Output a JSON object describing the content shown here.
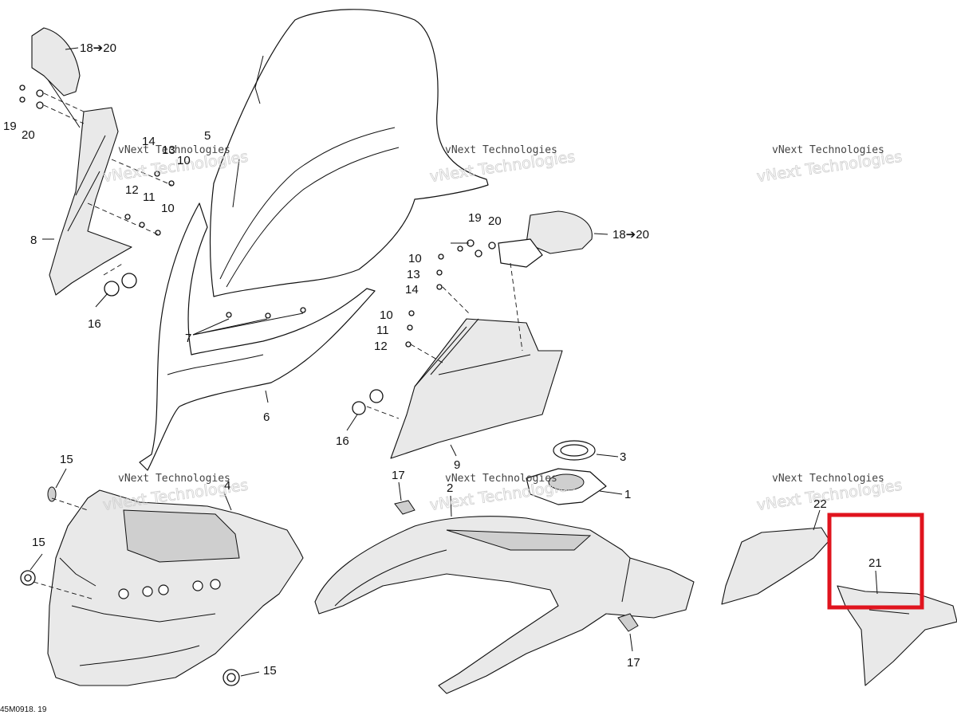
{
  "diagram": {
    "reference_code": "45M0918. 19",
    "highlight_color": "#e0141e",
    "watermarks": [
      {
        "line1": "vNext Technologies",
        "line2": "vNext Technologies"
      },
      {
        "line1": "vNext Technologies",
        "line2": "vNext Technologies"
      },
      {
        "line1": "vNext Technologies",
        "line2": "vNext Technologies"
      },
      {
        "line1": "vNext Technologies",
        "line2": "vNext Technologies"
      },
      {
        "line1": "vNext Technologies",
        "line2": "vNext Technologies"
      },
      {
        "line1": "vNext Technologies",
        "line2": "vNext Technologies"
      }
    ],
    "labels": {
      "l18_20_a": "18➔20",
      "l19_a": "19",
      "l20_a": "20",
      "l14_a": "14",
      "l13_a": "13",
      "l10_a": "10",
      "l5": "5",
      "l12_a": "12",
      "l11_a": "11",
      "l10_b": "10",
      "l8": "8",
      "l16_a": "16",
      "l7": "7",
      "l6": "6",
      "l19_b": "19",
      "l20_b": "20",
      "l18_20_b": "18➔20",
      "l10_c": "10",
      "l13_b": "13",
      "l14_b": "14",
      "l10_d": "10",
      "l11_b": "11",
      "l12_b": "12",
      "l16_b": "16",
      "l9": "9",
      "l3": "3",
      "l1": "1",
      "l2": "2",
      "l17_a": "17",
      "l17_b": "17",
      "l15_a": "15",
      "l15_b": "15",
      "l15_c": "15",
      "l4": "4",
      "l22": "22",
      "l21": "21"
    }
  }
}
